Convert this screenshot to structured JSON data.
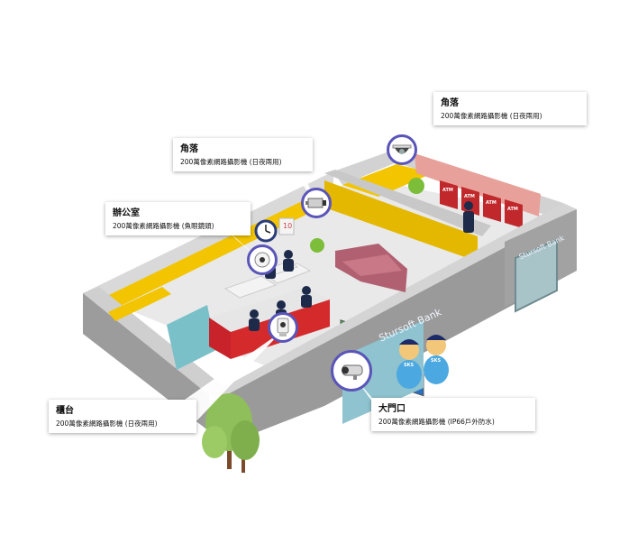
{
  "callouts": {
    "corner_right": {
      "title": "角落",
      "subtitle": "200萬像素網路攝影機 (日夜兩用)"
    },
    "corner_mid": {
      "title": "角落",
      "subtitle": "200萬像素網路攝影機 (日夜兩用)"
    },
    "office": {
      "title": "辦公室",
      "subtitle": "200萬像素網路攝影機 (魚眼鏡頭)"
    },
    "counter": {
      "title": "櫃台",
      "subtitle": "200萬像素網路攝影機 (日夜兩用)"
    },
    "entrance": {
      "title": "大門口",
      "subtitle": "200萬像素網路攝影機 (IP66戶外防水)"
    }
  },
  "signs": {
    "bank_front": "Stursoft Bank",
    "bank_side": "Stursoft Bank",
    "atm": "ATM",
    "calendar": "10"
  },
  "badges": {
    "guard": "SKS"
  },
  "colors": {
    "accent_ring": "#5a55b8",
    "wall_gray": "#9e9e9e",
    "wall_top": "#d6d6d6",
    "wall_yellow": "#f0c400",
    "floor": "#e8e8e8",
    "atm_red": "#c0282c",
    "sofa": "#b06070"
  }
}
